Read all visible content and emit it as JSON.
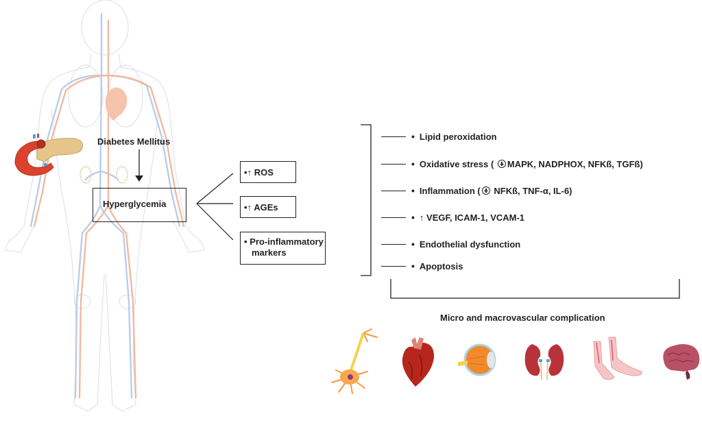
{
  "figure": {
    "title_top": "Diabetes Mellitus",
    "center_box": "Hyperglycemia",
    "mediators": [
      {
        "bullet": "•",
        "arrow": "↑",
        "label": "ROS"
      },
      {
        "bullet": "•",
        "arrow": "↑",
        "label": "AGEs"
      },
      {
        "bullet": "•",
        "arrow": "",
        "label_line1": "Pro-inflammatory",
        "label_line2": "markers"
      }
    ],
    "mechanisms": [
      {
        "bullet": "•",
        "text": "Lipid peroxidation"
      },
      {
        "bullet": "•",
        "prefix": "Oxidative stress ( ",
        "plus": true,
        "text": "MAPK, NADPHOX, NFKß, TGFß)"
      },
      {
        "bullet": "•",
        "prefix": "Inflammation (",
        "plus": true,
        "text": " NFKß, TNF-α, IL-6)"
      },
      {
        "bullet": "•",
        "arrow": "↑",
        "text": " VEGF, ICAM-1, VCAM-1"
      },
      {
        "bullet": "•",
        "text": "Endothelial dysfunction"
      },
      {
        "bullet": "•",
        "text": "Apoptosis"
      }
    ],
    "outcome_label": "Micro and macrovascular complication",
    "organs": [
      "neuron-icon",
      "heart-icon",
      "eye-icon",
      "kidneys-icon",
      "feet-icon",
      "brain-icon"
    ],
    "illustrations": {
      "body": "human-circulatory-system",
      "pancreas": "pancreas-icon"
    },
    "colors": {
      "text": "#231f20",
      "artery": "#f2b9a0",
      "vein": "#b9cdea",
      "outline": "#d9dde3"
    }
  }
}
